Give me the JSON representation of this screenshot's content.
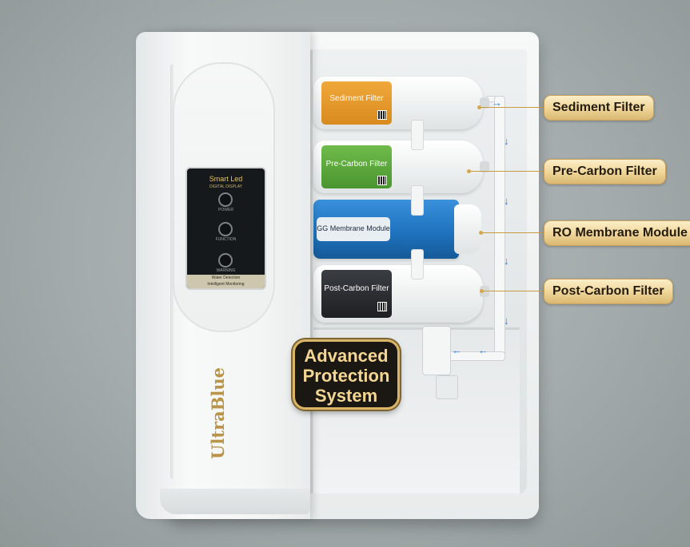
{
  "brand": "UltraBlue",
  "display": {
    "title": "Smart Led",
    "subtitle": "DIGITAL DISPLAY",
    "buttons": [
      "POWER",
      "FUNCTION",
      "WARNING"
    ],
    "footer_line1": "Water Detection",
    "footer_line2": "Intelligent Monitoring"
  },
  "filters": [
    {
      "label": "Sediment Filter",
      "color": "#e2952a"
    },
    {
      "label": "Pre-Carbon Filter",
      "color": "#5aa63c"
    },
    {
      "label": "GG Membrane Module",
      "color": "#1f78c8"
    },
    {
      "label": "Post-Carbon Filter",
      "color": "#2b2d30"
    }
  ],
  "callouts": [
    "Sediment Filter",
    "Pre-Carbon Filter",
    "RO Membrane Module",
    "Post-Carbon Filter"
  ],
  "hero": {
    "line1": "Advanced",
    "line2": "Protection",
    "line3": "System"
  },
  "colors": {
    "accent_gold": "#d8b567",
    "flow_arrow": "#2f7bd8"
  }
}
